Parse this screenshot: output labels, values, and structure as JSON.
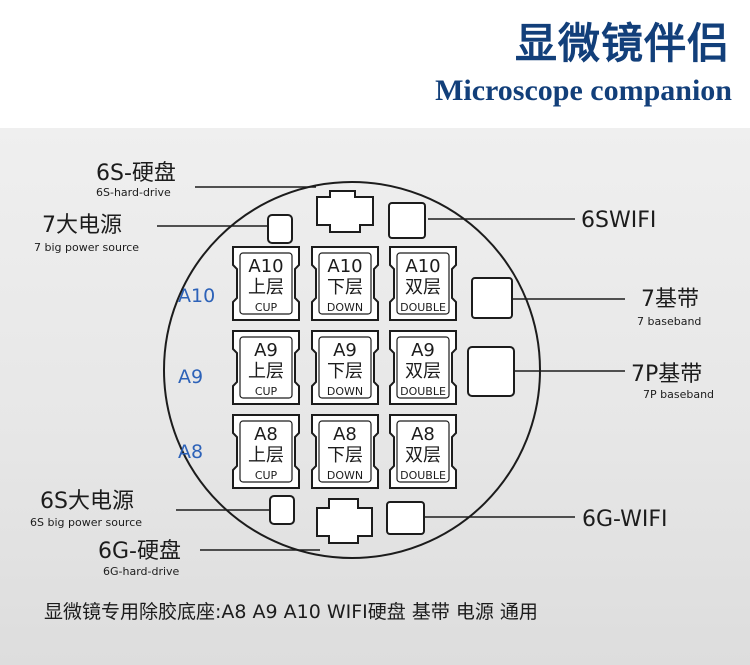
{
  "header": {
    "title_cn": "显微镜伴侣",
    "title_en": "Microscope companion"
  },
  "labels": {
    "s6_hdd_cn": "6S-硬盘",
    "s6_hdd_en": "6S-hard-drive",
    "p7_big_power_cn": "7大电源",
    "p7_big_power_en": "7 big power source",
    "s6_wifi": "6SWIFI",
    "b7_baseband_cn": "7基带",
    "b7_baseband_en": "7 baseband",
    "b7p_baseband_cn": "7P基带",
    "b7p_baseband_en": "7P baseband",
    "s6_big_power_cn": "6S大电源",
    "s6_big_power_en": "6S big power source",
    "g6_hdd_cn": "6G-硬盘",
    "g6_hdd_en": "6G-hard-drive",
    "g6_wifi": "6G-WIFI"
  },
  "rows": [
    {
      "label": "A10",
      "cells": [
        {
          "chip": "A10",
          "layer": "上层",
          "code": "CUP"
        },
        {
          "chip": "A10",
          "layer": "下层",
          "code": "DOWN"
        },
        {
          "chip": "A10",
          "layer": "双层",
          "code": "DOUBLE"
        }
      ]
    },
    {
      "label": "A9",
      "cells": [
        {
          "chip": "A9",
          "layer": "上层",
          "code": "CUP"
        },
        {
          "chip": "A9",
          "layer": "下层",
          "code": "DOWN"
        },
        {
          "chip": "A9",
          "layer": "双层",
          "code": "DOUBLE"
        }
      ]
    },
    {
      "label": "A8",
      "cells": [
        {
          "chip": "A8",
          "layer": "上层",
          "code": "CUP"
        },
        {
          "chip": "A8",
          "layer": "下层",
          "code": "DOWN"
        },
        {
          "chip": "A8",
          "layer": "双层",
          "code": "DOUBLE"
        }
      ]
    }
  ],
  "footer": {
    "text": "显微镜专用除胶底座:A8 A9 A10  WIFI硬盘 基带 电源 通用"
  },
  "colors": {
    "brand": "#123f7a",
    "row_label": "#2d62b8",
    "ink": "#1c1c1c"
  }
}
